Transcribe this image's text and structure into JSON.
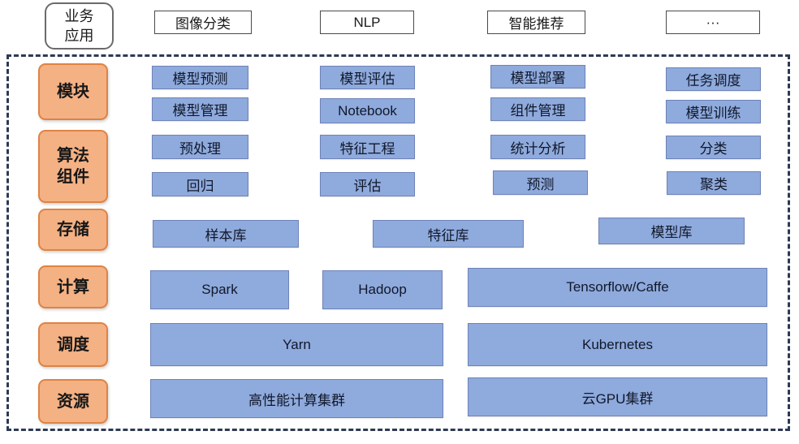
{
  "colors": {
    "orange_fill": "#F4B183",
    "orange_border": "#DF8344",
    "blue_fill": "#8FAADC",
    "blue_border": "#6F83B8",
    "boundary_dash": "#2E3A55",
    "box_background_white": "#FFFFFF"
  },
  "business": {
    "line1": "业务",
    "line2": "应用"
  },
  "top_apps": [
    "图像分类",
    "NLP",
    "智能推荐",
    "···"
  ],
  "layers": {
    "modules": {
      "label": "模块",
      "boxes": [
        "模型预测",
        "模型管理",
        "模型评估",
        "Notebook",
        "模型部署",
        "组件管理",
        "任务调度",
        "模型训练"
      ]
    },
    "algorithms": {
      "label1": "算法",
      "label2": "组件",
      "boxes": [
        "预处理",
        "回归",
        "特征工程",
        "评估",
        "统计分析",
        "预测",
        "分类",
        "聚类"
      ]
    },
    "storage": {
      "label": "存储",
      "boxes": [
        "样本库",
        "特征库",
        "模型库"
      ]
    },
    "compute": {
      "label": "计算",
      "boxes": [
        "Spark",
        "Hadoop",
        "Tensorflow/Caffe"
      ]
    },
    "scheduling": {
      "label": "调度",
      "boxes": [
        "Yarn",
        "Kubernetes"
      ]
    },
    "resources": {
      "label": "资源",
      "boxes": [
        "高性能计算集群",
        "云GPU集群"
      ]
    }
  }
}
